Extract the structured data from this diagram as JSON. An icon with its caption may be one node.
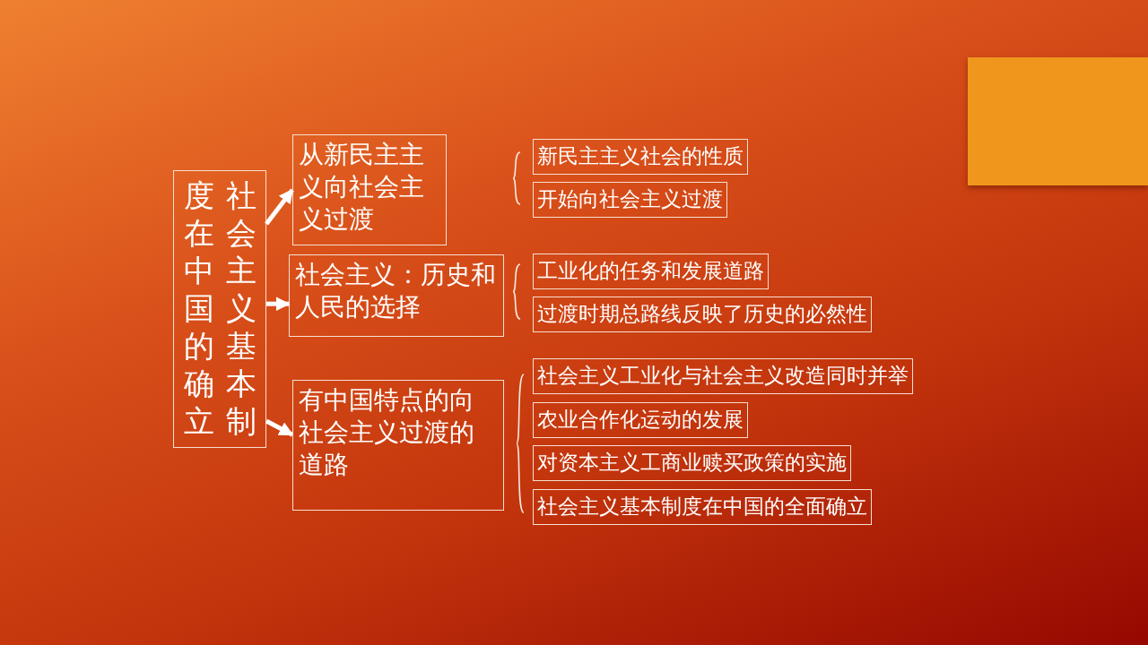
{
  "diagram": {
    "nodes": [
      {
        "text": [
          "社会主义基本制度在中国的确立"
        ]
      },
      {
        "text": [
          "从新民主主义向社会主义过渡"
        ]
      },
      {
        "text": [
          "社会主义：历史和人民的选择"
        ]
      },
      {
        "text": [
          "有中国特点的向社会主义过渡的道路"
        ]
      },
      {
        "text": [
          "新民主主义社会的性质"
        ]
      },
      {
        "text": [
          "开始向社会主义过渡"
        ]
      },
      {
        "text": [
          "工业化的任务和发展道路"
        ]
      },
      {
        "text": [
          "过渡时期总路线反映了历史的必然性"
        ]
      },
      {
        "text": [
          "社会主义工业化与社会主义改造同时并举"
        ]
      },
      {
        "text": [
          "农业合作化运动的发展"
        ]
      },
      {
        "text": [
          "对资本主义工商业赎买政策的实施"
        ]
      },
      {
        "text": [
          "社会主义基本制度在中国的全面确立"
        ]
      }
    ],
    "edges": [
      {
        "from": 0,
        "to": 1,
        "arrow": "to"
      },
      {
        "from": 0,
        "to": 2,
        "arrow": "to"
      },
      {
        "from": 0,
        "to": 3,
        "arrow": "to"
      }
    ]
  }
}
